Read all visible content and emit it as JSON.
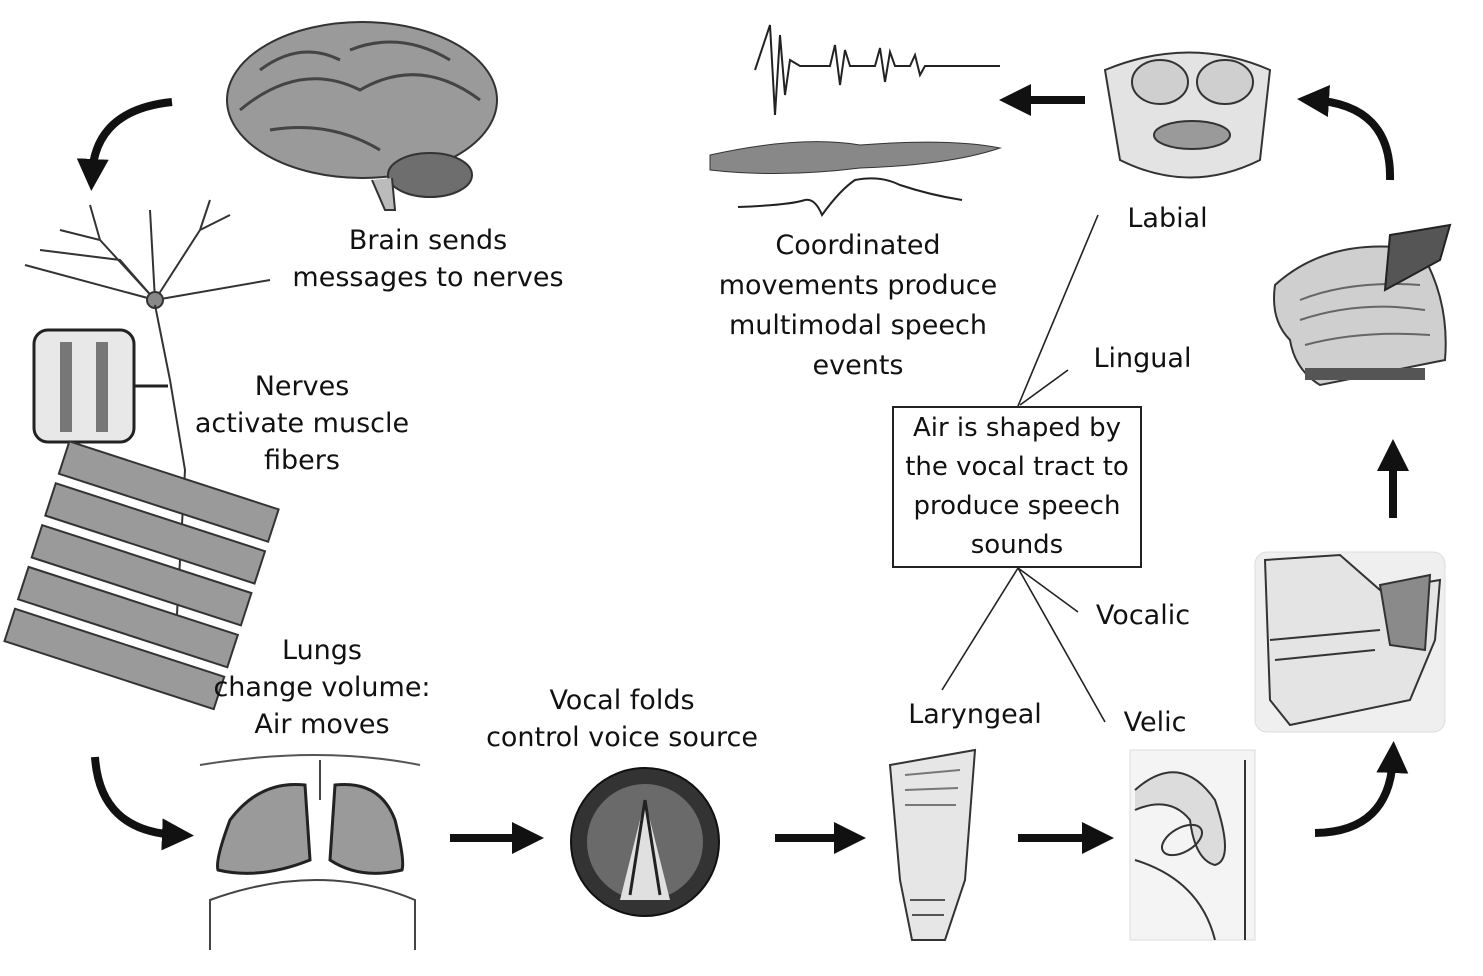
{
  "labels": {
    "brain": [
      "Brain sends",
      "messages to nerves"
    ],
    "nerves": [
      "Nerves",
      "activate muscle",
      "fibers"
    ],
    "lungs": [
      "Lungs",
      "change volume:",
      "Air moves"
    ],
    "vocal_folds": [
      "Vocal folds",
      "control voice source"
    ],
    "coordinated": [
      "Coordinated",
      "movements produce",
      "multimodal speech",
      "events"
    ],
    "center_box": [
      "Air is shaped by",
      "the vocal tract to",
      "produce speech",
      "sounds"
    ],
    "labial": "Labial",
    "lingual": "Lingual",
    "vocalic": "Vocalic",
    "laryngeal": "Laryngeal",
    "velic": "Velic"
  },
  "icons": {
    "brain": "brain-icon",
    "neuron": "neuron-icon",
    "synapse_inset": "synapse-inset-icon",
    "muscle_fibers": "muscle-fibers-icon",
    "lungs": "lungs-icon",
    "vocal_folds": "vocal-folds-icon",
    "larynx": "larynx-icon",
    "velum": "velum-icon",
    "jaw": "jaw-skull-icon",
    "tongue": "tongue-icon",
    "face": "face-muscles-icon",
    "signals": "speech-signals-icon"
  },
  "colors": {
    "ink": "#111111",
    "gray_dark": "#555555",
    "gray_mid": "#8a8a8a",
    "gray_light": "#c8c8c8"
  }
}
